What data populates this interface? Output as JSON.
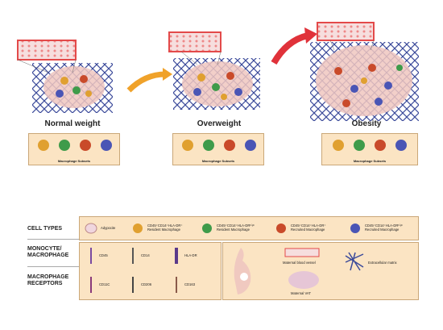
{
  "stages": [
    {
      "label": "Normal weight",
      "subsets_caption": "Macrophage Subsets"
    },
    {
      "label": "Overweight",
      "subsets_caption": "Macrophage Subsets"
    },
    {
      "label": "Obesity",
      "subsets_caption": "Macrophage Subsets"
    }
  ],
  "legend": {
    "cell_types_title": "CELL TYPES",
    "monocyte_title_1": "MONOCYTE/",
    "monocyte_title_2": "MACROPHAGE",
    "receptors_title_1": "MACROPHAGE",
    "receptors_title_2": "RECEPTORS",
    "cells": [
      {
        "line1": "Adypocite",
        "line2": ""
      },
      {
        "line1": "CD45⁺CD14⁺HLA-DR⁺",
        "line2": "Resident Macrophage"
      },
      {
        "line1": "CD45⁺CD14⁺HLA-DRʰⁱᵍʰ",
        "line2": "Resident Macrophage"
      },
      {
        "line1": "CD45⁺CD14⁺HLA-DR⁺",
        "line2": "Recruited Macrophage"
      },
      {
        "line1": "CD45⁺CD14⁺HLA-DRʰⁱᵍʰ",
        "line2": "Recruited Macrophage"
      }
    ],
    "markers": [
      "CD45",
      "CD14",
      "HLA-DR"
    ],
    "receptors": [
      "CD11C",
      "CD206",
      "CD163"
    ],
    "maternal_vessel": "Maternal blood vessel",
    "extracellular": "Extracellular matrix",
    "maternal_vat": "Maternal VAT"
  },
  "colors": {
    "vessel": "#e34a4a",
    "arrow_orange": "#f0a22a",
    "arrow_red": "#e0323a",
    "box_fill": "#fbe4c3",
    "matrix": "#3b4a9a"
  }
}
